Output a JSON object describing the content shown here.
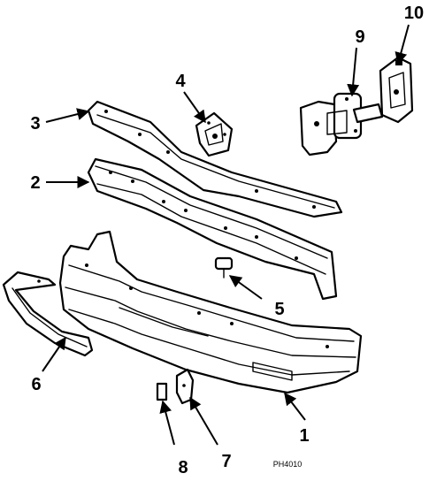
{
  "callouts": {
    "c1": "1",
    "c2": "2",
    "c3": "3",
    "c4": "4",
    "c5": "5",
    "c6": "6",
    "c7": "7",
    "c8": "8",
    "c9": "9",
    "c10": "10"
  },
  "figure_code": "PH4010"
}
